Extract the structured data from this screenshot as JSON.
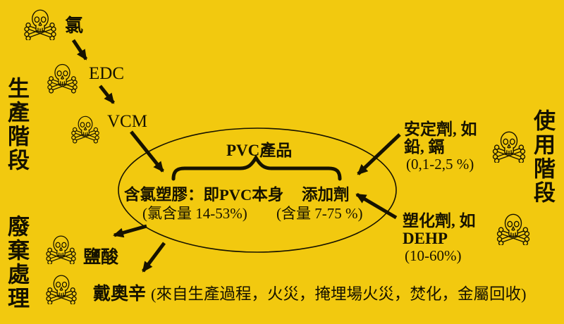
{
  "colors": {
    "background": "#F2C90F",
    "ink": "#161200"
  },
  "stages": {
    "production": "生產階段",
    "use": "使用階段",
    "disposal": "廢棄處理"
  },
  "production_chain": {
    "chlorine": "氯",
    "edc": "EDC",
    "vcm": "VCM"
  },
  "pvc_product": {
    "title": "PVC產品",
    "polymer": "含氯塑膠：即PVC本身",
    "polymer_content": "(氯含量 14-53%)",
    "additives": "添加劑",
    "additives_content": "(含量 7-75 %)"
  },
  "additive_types": {
    "stabilizer_line1": "安定劑, 如",
    "stabilizer_line2": "鉛, 鎘",
    "stabilizer_amount": "(0,1-2,5 %)",
    "plasticizer_line1": "塑化劑, 如",
    "plasticizer_line2": "DEHP",
    "plasticizer_amount": "(10-60%)"
  },
  "waste_products": {
    "hydrochloric_acid": "鹽酸",
    "dioxin": "戴奧辛",
    "dioxin_sources": "(來自生產過程，火災，掩埋場火災，焚化，金屬回收)"
  },
  "icons": {
    "toxicity": "skull-crossbones-icon"
  }
}
